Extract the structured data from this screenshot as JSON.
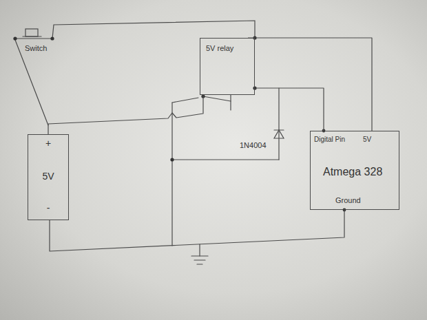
{
  "diagram": {
    "nodes": [
      {
        "text": [
          "+",
          "5V",
          "-"
        ]
      },
      {
        "text": [
          "5V relay"
        ]
      },
      {
        "text": [
          "Digital Pin",
          "5V",
          "Atmega 328",
          "Ground"
        ]
      }
    ],
    "edges": [
      {
        "from": 0,
        "to": 1,
        "arrow": "none"
      },
      {
        "from": 1,
        "to": 2,
        "arrow": "none"
      },
      {
        "from": 1,
        "to": 2,
        "arrow": "none"
      },
      {
        "from": 0,
        "to": 2,
        "arrow": "none"
      }
    ],
    "labels": [
      "Switch",
      "1N4004"
    ]
  }
}
